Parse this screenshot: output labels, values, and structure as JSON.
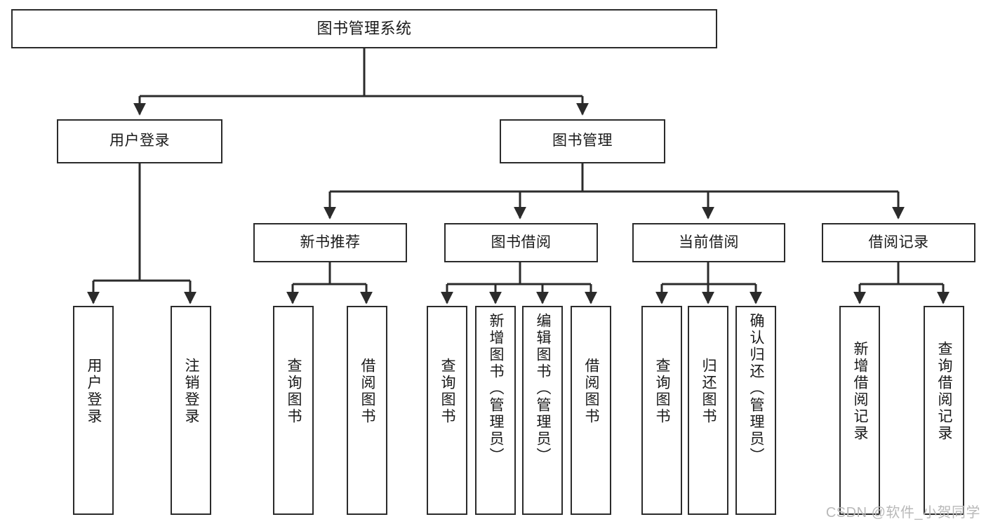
{
  "diagram": {
    "title": "图书管理系统",
    "type": "tree",
    "watermark": "CSDN @软件_小贺同学",
    "colors": {
      "stroke": "#2b2b2b",
      "fill": "#ffffff",
      "text": "#1a1a1a",
      "watermark": "#b9b9b9"
    },
    "nodes": {
      "root": {
        "label": "图书管理系统"
      },
      "level2": [
        {
          "label": "用户登录"
        },
        {
          "label": "图书管理"
        }
      ],
      "level3": [
        {
          "label": "新书推荐"
        },
        {
          "label": "图书借阅"
        },
        {
          "label": "当前借阅"
        },
        {
          "label": "借阅记录"
        }
      ],
      "leaves": {
        "user_login": [
          {
            "label": "用户登录"
          },
          {
            "label": "注销登录"
          }
        ],
        "new_book_recommend": [
          {
            "label": "查询图书"
          },
          {
            "label": "借阅图书"
          }
        ],
        "book_borrow": [
          {
            "label": "查询图书"
          },
          {
            "label": "新增图书（管理员）"
          },
          {
            "label": "编辑图书（管理员）"
          },
          {
            "label": "借阅图书"
          }
        ],
        "current_borrow": [
          {
            "label": "查询图书"
          },
          {
            "label": "归还图书"
          },
          {
            "label": "确认归还（管理员）"
          }
        ],
        "borrow_record": [
          {
            "label": "新增借阅记录"
          },
          {
            "label": "查询借阅记录"
          }
        ]
      }
    }
  }
}
